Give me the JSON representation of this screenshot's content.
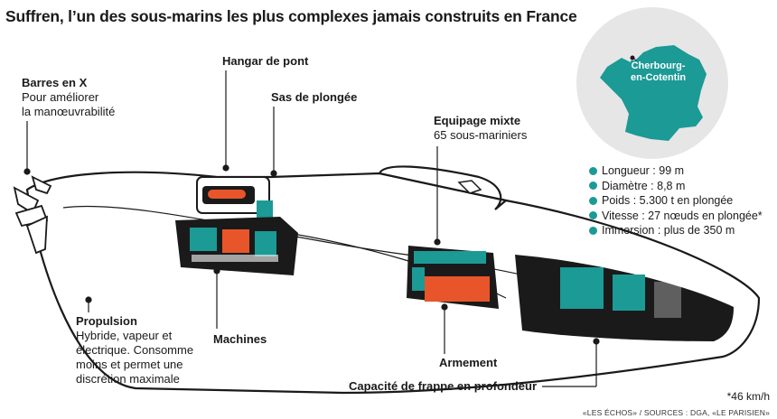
{
  "title": "Suffren, l’un des sous-marins les plus complexes jamais construits en France",
  "labels": {
    "barres": {
      "title": "Barres en X",
      "line1": "Pour améliorer",
      "line2": "la manœuvrabilité"
    },
    "hangar": {
      "title": "Hangar de pont"
    },
    "sas": {
      "title": "Sas de plongée"
    },
    "equipage": {
      "title": "Equipage mixte",
      "line1": "65 sous-mariniers"
    },
    "propulsion": {
      "title": "Propulsion",
      "line1": "Hybride, vapeur et",
      "line2": "électrique. Consomme",
      "line3": "moins et permet une",
      "line4": "discrétion maximale"
    },
    "machines": {
      "title": "Machines"
    },
    "armement": {
      "title": "Armement"
    },
    "capacite": {
      "title": "Capacité de frappe en profondeur"
    }
  },
  "map": {
    "city_line1": "Cherbourg-",
    "city_line2": "en-Cotentin"
  },
  "specs": [
    "Longueur : 99 m",
    "Diamètre : 8,8 m",
    "Poids : 5.300 t en plongée",
    "Vitesse : 27 nœuds en plongée*",
    "Immersion : plus de 350 m"
  ],
  "footnote": "*46 km/h",
  "sources": "«LES ÉCHOS» / SOURCES : DGA, «LE PARISIEN»",
  "colors": {
    "accent": "#1b9a96",
    "orange": "#e8552a",
    "dark": "#1a1a1a",
    "map_bg": "#e6e6e6"
  }
}
